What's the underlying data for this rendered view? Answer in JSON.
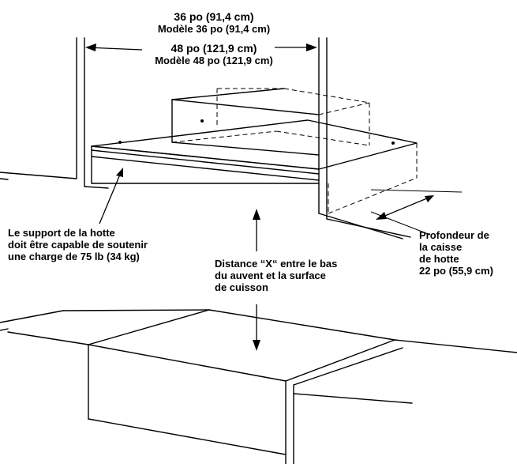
{
  "labels": {
    "width_36": "36 po (91,4 cm)",
    "width_36_model": "Modèle 36 po (91,4 cm)",
    "width_48": "48 po (121,9 cm)",
    "width_48_model": "Modèle 48 po (121,9 cm)",
    "support_line1": "Le support de la hotte",
    "support_line2": "doit être capable de soutenir",
    "support_line3": "une charge de 75 lb (34 kg)",
    "distance_line1": "Distance “X“ entre le bas",
    "distance_line2": "du auvent et la surface",
    "distance_line3": "de cuisson",
    "depth_line1": "Profondeur de",
    "depth_line2": "la caisse",
    "depth_line3": "de hotte",
    "depth_line4": "22 po (55,9 cm)"
  }
}
